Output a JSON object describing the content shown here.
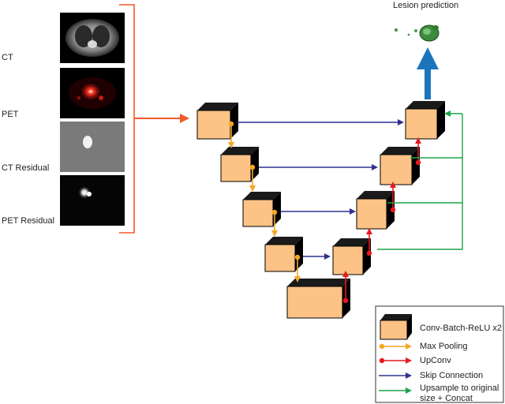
{
  "inputs": [
    {
      "label": "CT"
    },
    {
      "label": "PET"
    },
    {
      "label": "CT Residual"
    },
    {
      "label": "PET Residual"
    }
  ],
  "output": {
    "label": "Lesion prediction"
  },
  "legend": {
    "items": [
      {
        "label": "Conv-Batch-ReLU x2",
        "icon": "cube-icon"
      },
      {
        "label": "Max Pooling",
        "icon": "orange-arrow-icon"
      },
      {
        "label": "UpConv",
        "icon": "red-arrow-icon"
      },
      {
        "label": "Skip Connection",
        "icon": "blue-arrow-icon"
      },
      {
        "label_line1": "Upsample to original",
        "label_line2": "size + Concat",
        "icon": "green-arrow-icon"
      }
    ]
  },
  "colors": {
    "block_front": "#fcc286",
    "block_top": "#1a1a1a",
    "max_pool": "#f5a623",
    "upconv": "#e8191f",
    "skip": "#2e3192",
    "upsample": "#1fa34a",
    "input_arrow": "#f05a28",
    "output_arrow": "#1b75bc"
  }
}
